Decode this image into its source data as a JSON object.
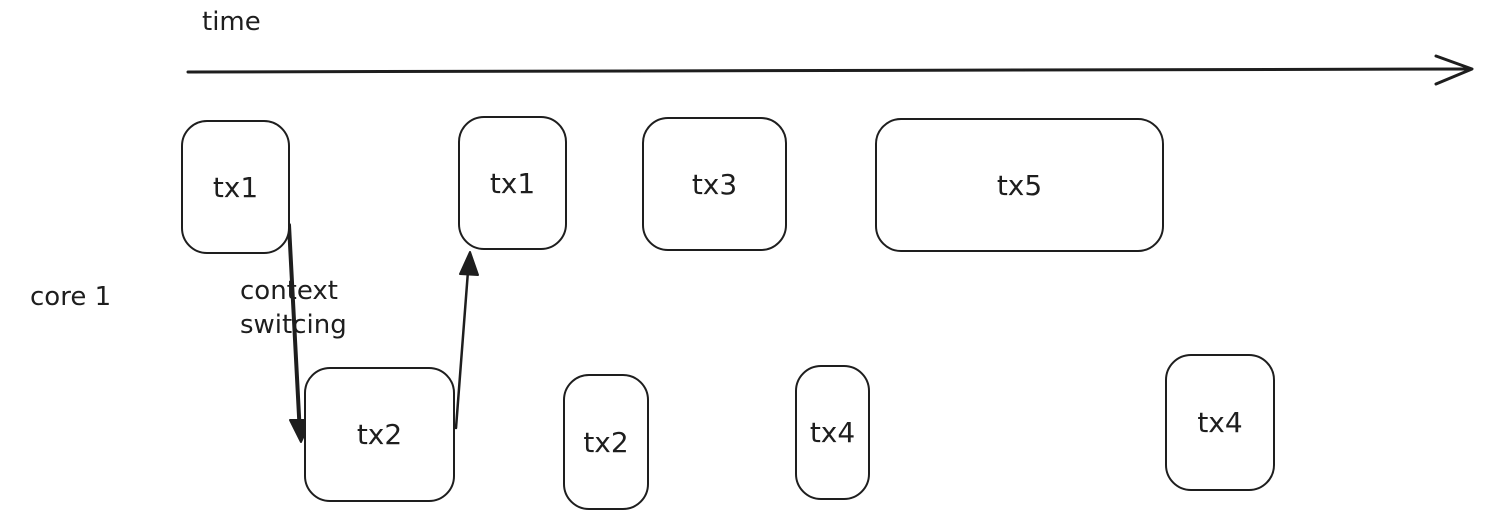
{
  "axis": {
    "label": "time"
  },
  "core_label": "core 1",
  "context_label": {
    "line1": "context",
    "line2": "switcing"
  },
  "transactions": {
    "top": [
      {
        "id": "tx1a",
        "label": "tx1"
      },
      {
        "id": "tx1b",
        "label": "tx1"
      },
      {
        "id": "tx3",
        "label": "tx3"
      },
      {
        "id": "tx5",
        "label": "tx5"
      }
    ],
    "bottom": [
      {
        "id": "tx2a",
        "label": "tx2"
      },
      {
        "id": "tx2b",
        "label": "tx2"
      },
      {
        "id": "tx4a",
        "label": "tx4"
      },
      {
        "id": "tx4b",
        "label": "tx4"
      }
    ]
  },
  "colors": {
    "stroke": "#1e1e1e",
    "background": "#ffffff"
  }
}
